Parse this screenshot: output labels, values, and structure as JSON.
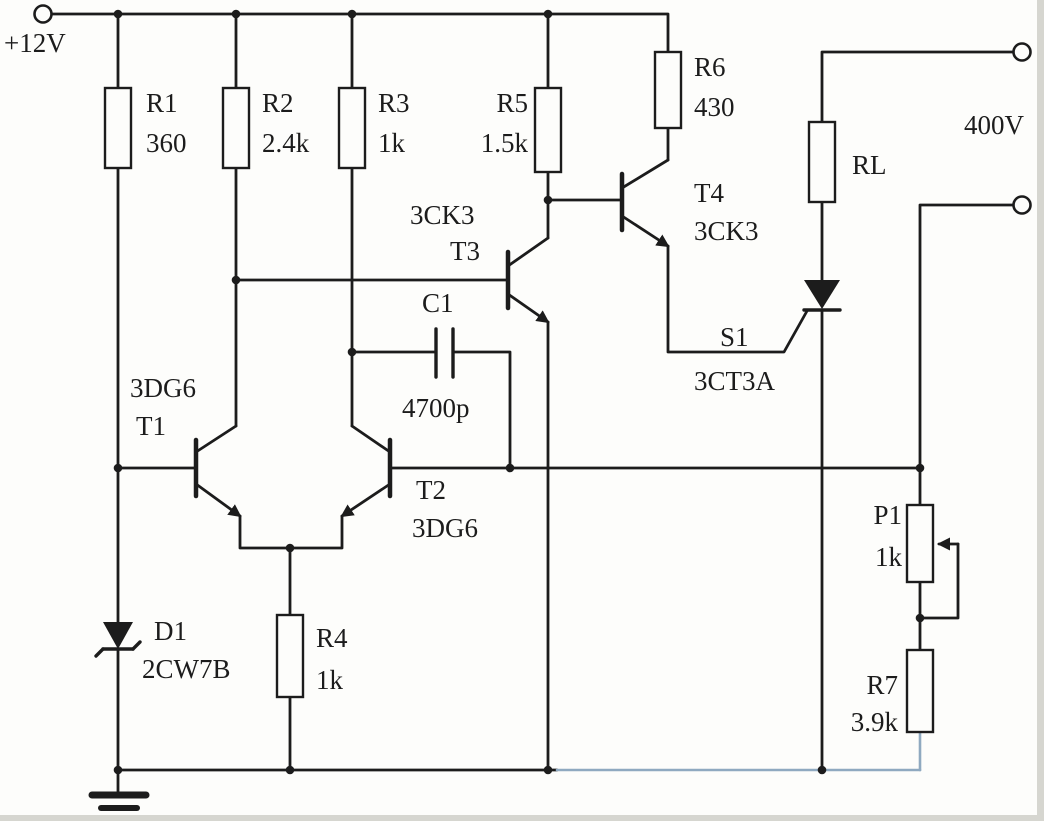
{
  "labels": {
    "supply": "+12V",
    "output": "400V"
  },
  "components": {
    "r1": {
      "ref": "R1",
      "value": "360"
    },
    "r2": {
      "ref": "R2",
      "value": "2.4k"
    },
    "r3": {
      "ref": "R3",
      "value": "1k"
    },
    "r4": {
      "ref": "R4",
      "value": "1k"
    },
    "r5": {
      "ref": "R5",
      "value": "1.5k"
    },
    "r6": {
      "ref": "R6",
      "value": "430"
    },
    "r7": {
      "ref": "R7",
      "value": "3.9k"
    },
    "rl": {
      "ref": "RL"
    },
    "p1": {
      "ref": "P1",
      "value": "1k"
    },
    "c1": {
      "ref": "C1",
      "value": "4700p"
    },
    "d1": {
      "ref": "D1",
      "value": "2CW7B"
    },
    "t1": {
      "ref": "T1",
      "value": "3DG6"
    },
    "t2": {
      "ref": "T2",
      "value": "3DG6"
    },
    "t3": {
      "ref": "T3",
      "value": "3CK3"
    },
    "t4": {
      "ref": "T4",
      "value": "3CK3"
    },
    "s1": {
      "ref": "S1",
      "value": "3CT3A"
    }
  },
  "colors": {
    "ink": "#1c1c1c",
    "paper": "#fdfdfb",
    "faded_trace": "#8fa9c0",
    "scan_edge": "#d6d6d0"
  }
}
